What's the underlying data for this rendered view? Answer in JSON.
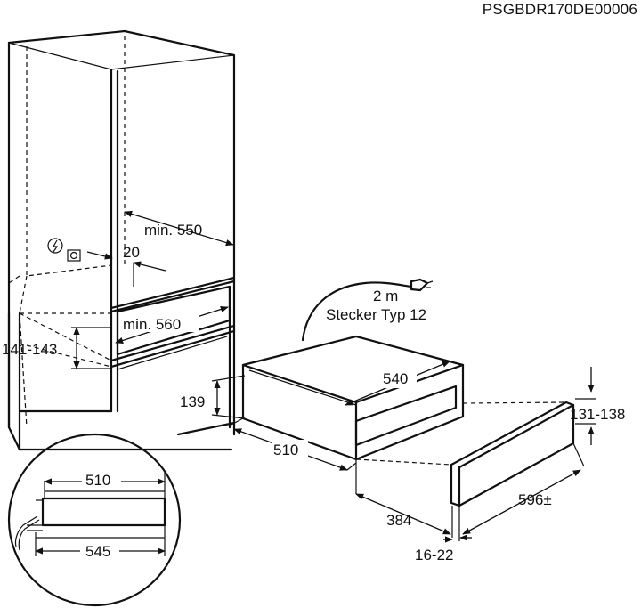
{
  "document_code": "PSGBDR170DE00006",
  "dimensions": {
    "cabinet_depth": "min. 550",
    "side_gap": "20",
    "niche_depth": "min. 560",
    "niche_height": "141-143",
    "drawer_height": "139",
    "drawer_depth": "510",
    "drawer_width": "540",
    "cable_length": "2 m",
    "plug_type": "Stecker Typ 12",
    "front_height": "131-138",
    "front_width": "596±",
    "front_offset": "384",
    "front_thickness": "16-22",
    "detail_top": "510",
    "detail_bottom": "545"
  },
  "icons": [
    "power-warning-icon",
    "ventilation-icon",
    "plug-icon"
  ]
}
